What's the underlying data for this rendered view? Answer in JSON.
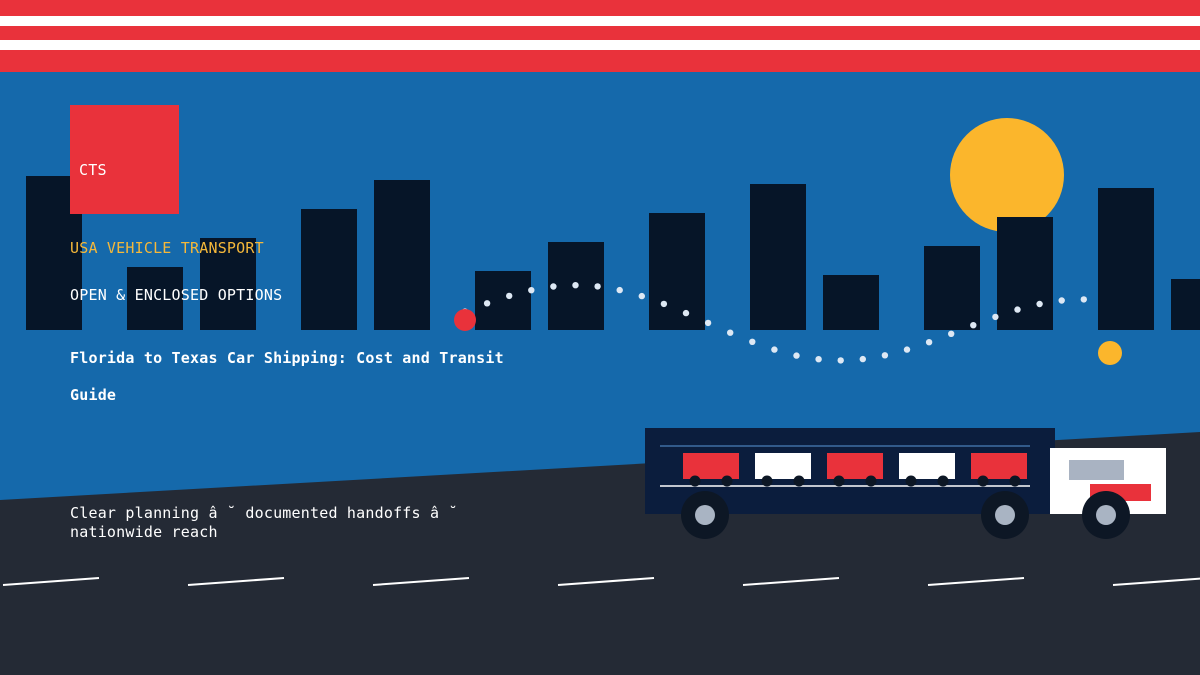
{
  "brand": {
    "logo_text": "CTS"
  },
  "hero": {
    "kicker": "USA VEHICLE TRANSPORT",
    "subkicker": "OPEN & ENCLOSED OPTIONS",
    "headline": "Florida to Texas Car Shipping: Cost and Transit Guide",
    "tagline": "Clear planning â ˘ documented handoffs â ˘ nationwide reach"
  },
  "colors": {
    "sky": "#1569ab",
    "stripe_red": "#e9323b",
    "stripe_white": "#ffffff",
    "building": "#061528",
    "sun": "#fbb62c",
    "road": "#242a35",
    "lane_mark": "#ffffff",
    "route_dot": "#dde8f4",
    "route_start": "#e9323b",
    "route_end": "#fbb62c",
    "trailer": "#0b1d3d",
    "cab": "#ffffff",
    "cab_window": "#a9b3c2",
    "wheel": "#0d1725",
    "hub": "#a9b4c3"
  },
  "icons": {
    "sun": "sun-icon",
    "truck": "car-carrier-truck-icon",
    "route_start": "route-start-marker-icon",
    "route_end": "route-end-marker-icon"
  }
}
